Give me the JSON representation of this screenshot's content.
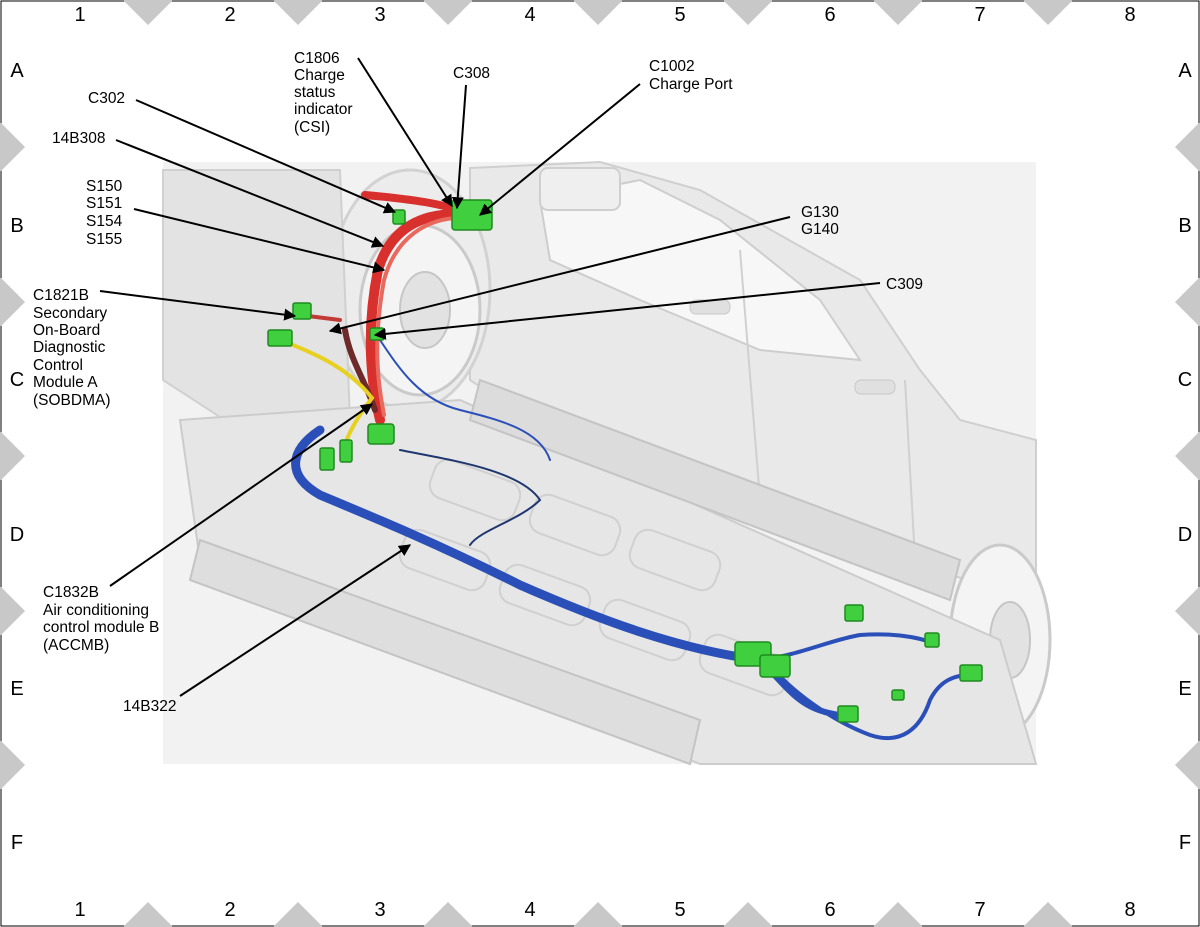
{
  "grid": {
    "columns": [
      "1",
      "2",
      "3",
      "4",
      "5",
      "6",
      "7",
      "8"
    ],
    "rows": [
      "A",
      "B",
      "C",
      "D",
      "E",
      "F"
    ]
  },
  "callouts": {
    "c1806": [
      "C1806",
      "Charge",
      "status",
      "indicator",
      "(CSI)"
    ],
    "c308": [
      "C308"
    ],
    "c1002": [
      "C1002",
      "Charge Port"
    ],
    "c302": [
      "C302"
    ],
    "b14b308": [
      "14B308"
    ],
    "splices": [
      "S150",
      "S151",
      "S154",
      "S155"
    ],
    "g130": [
      "G130",
      "G140"
    ],
    "c309": [
      "C309"
    ],
    "c1821b": [
      "C1821B",
      "Secondary",
      "On-Board",
      "Diagnostic",
      "Control",
      "Module A",
      "(SOBDMA)"
    ],
    "c1832b": [
      "C1832B",
      "Air conditioning",
      "control module B",
      "(ACCMB)"
    ],
    "b14b322": [
      "14B322"
    ]
  },
  "colors": {
    "harness_red": "#d8302c",
    "harness_blue": "#2a4fb8",
    "harness_yellow": "#e8d020",
    "connector_green": "#3fcf3f",
    "vehicle_gray": "#e6e6e6",
    "border_tab": "#c8c8c8"
  }
}
